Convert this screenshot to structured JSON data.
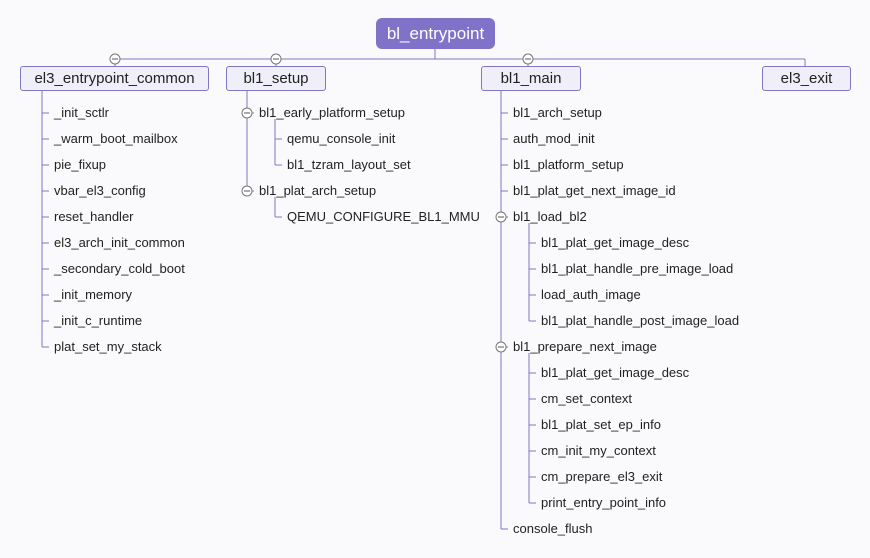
{
  "root": {
    "label": "bl_entrypoint"
  },
  "branches": [
    {
      "label": "el3_entrypoint_common",
      "items": [
        "_init_sctlr",
        "_warm_boot_mailbox",
        "pie_fixup",
        "vbar_el3_config",
        "reset_handler",
        "el3_arch_init_common",
        "_secondary_cold_boot",
        "_init_memory",
        "_init_c_runtime",
        "plat_set_my_stack"
      ]
    },
    {
      "label": "bl1_setup",
      "items": [
        {
          "label": "bl1_early_platform_setup",
          "children": [
            "qemu_console_init",
            "bl1_tzram_layout_set"
          ]
        },
        {
          "label": "bl1_plat_arch_setup",
          "children": [
            "QEMU_CONFIGURE_BL1_MMU"
          ]
        }
      ]
    },
    {
      "label": "bl1_main",
      "items": [
        "bl1_arch_setup",
        "auth_mod_init",
        "bl1_platform_setup",
        "bl1_plat_get_next_image_id",
        {
          "label": "bl1_load_bl2",
          "children": [
            "bl1_plat_get_image_desc",
            "bl1_plat_handle_pre_image_load",
            "load_auth_image",
            "bl1_plat_handle_post_image_load"
          ]
        },
        {
          "label": "bl1_prepare_next_image",
          "children": [
            "bl1_plat_get_image_desc",
            "cm_set_context",
            "bl1_plat_set_ep_info",
            "cm_init_my_context",
            "cm_prepare_el3_exit",
            "print_entry_point_info"
          ]
        },
        "console_flush"
      ]
    },
    {
      "label": "el3_exit",
      "items": []
    }
  ],
  "colors": {
    "root_fill": "#7f72c8",
    "branch_fill": "#efeef9",
    "branch_border": "#7f78c4",
    "connector": "#7f78c4"
  },
  "icons": {
    "collapse": "circle-minus-icon"
  }
}
